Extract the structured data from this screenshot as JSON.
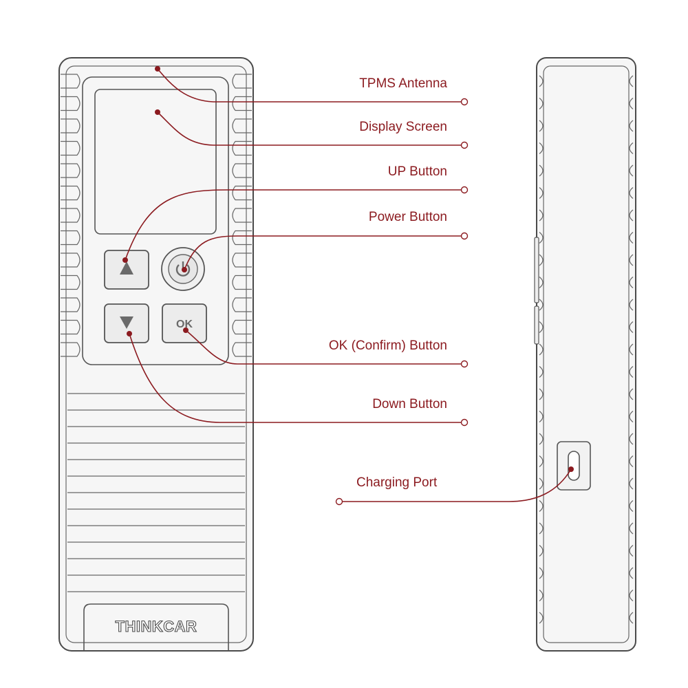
{
  "device": {
    "brand_logo": "THINKCAR",
    "ok_key_text": "OK"
  },
  "callouts": [
    {
      "id": "tpms-antenna",
      "label": "TPMS Antenna"
    },
    {
      "id": "display-screen",
      "label": "Display Screen"
    },
    {
      "id": "up-button",
      "label": "UP Button"
    },
    {
      "id": "power-button",
      "label": "Power Button"
    },
    {
      "id": "ok-button",
      "label": "OK (Confirm) Button"
    },
    {
      "id": "down-button",
      "label": "Down Button"
    },
    {
      "id": "charging-port",
      "label": "Charging Port"
    }
  ],
  "colors": {
    "callout": "#8b1a1f",
    "device_outline": "#555555",
    "device_fill": "#f6f6f6",
    "background": "#ffffff"
  },
  "icons": {
    "up": "triangle-up-icon",
    "down": "triangle-down-icon",
    "power": "power-icon",
    "port": "usb-c-port-icon"
  }
}
